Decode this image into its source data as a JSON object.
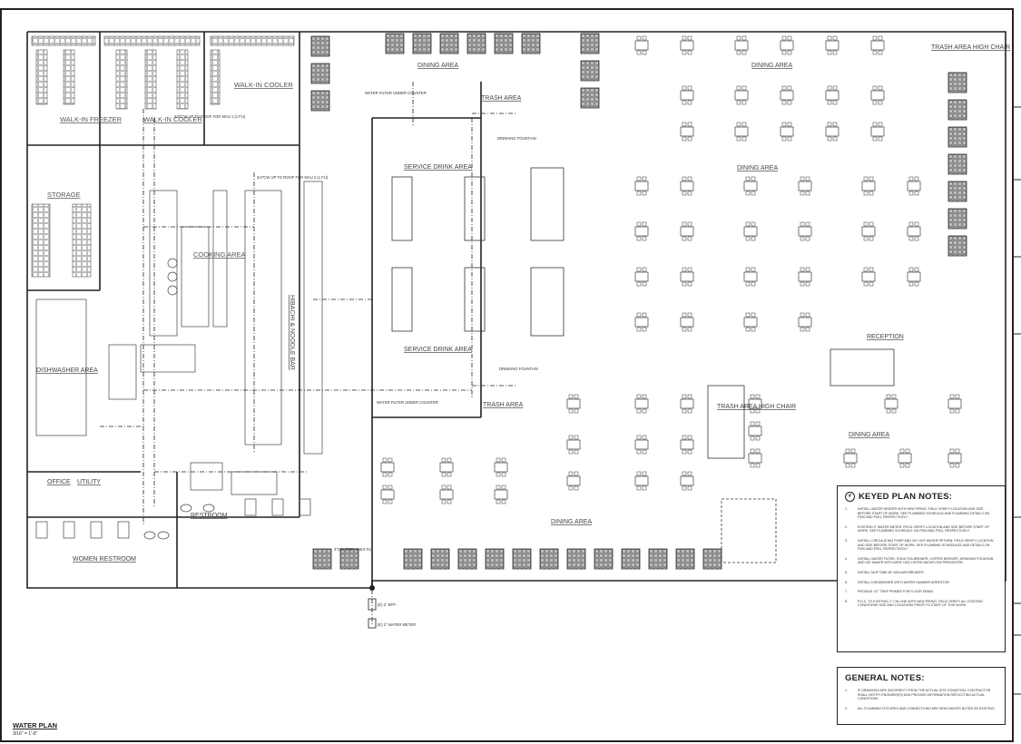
{
  "plan": {
    "title": "WATER PLAN",
    "scale": "3/16\" = 1'-0\""
  },
  "rooms": {
    "walk_in_freezer": "WALK-IN FREEZER",
    "walk_in_cooler_1": "WALK-IN COOLER",
    "walk_in_cooler_2": "WALK-IN COOLER",
    "storage": "STORAGE",
    "cooking_area": "COOKING AREA",
    "hibachi_bar": "HIBACHI & NOODLE BAR",
    "dishwasher_area": "DISHWASHER AREA",
    "office": "OFFICE",
    "utility": "UTILITY",
    "women_restroom": "WOMEN RESTROOM",
    "men_restroom": "RESTROOM",
    "dining_area_1": "DINING AREA",
    "dining_area_2": "DINING AREA",
    "dining_area_3": "DINING AREA",
    "dining_area_4": "DINING AREA",
    "dining_area_5": "DINING AREA",
    "trash_area_1": "TRASH AREA",
    "trash_area_2": "TRASH AREA",
    "trash_area_high_chair_1": "TRASH AREA HIGH CHAIR",
    "trash_area_high_chair_2": "TRASH AREA HIGH CHAIR",
    "service_drink_area_1": "SERVICE DRINK AREA",
    "service_drink_area_2": "SERVICE DRINK AREA",
    "reception": "RECEPTION"
  },
  "callouts": {
    "mau_1": "3/4\"CW UP TO ROOF FOR MAU 1 (1 FU)",
    "mau_2": "3/4\"CW UP TO ROOF FOR MAU 2 (1 FU)",
    "water_filter_1": "WATER FILTER UNDER COUNTER",
    "water_filter_2": "WATER FILTER UNDER COUNTER",
    "drinking_fountain_1": "DRINKING FOUNTAIN",
    "drinking_fountain_2": "DRINKING FOUNTAIN",
    "cw_top": "3\"CW (TOF: 168.5 FU)",
    "bfp": "(E) 2\" BFP",
    "water_meter": "(E) 2\" WATER METER"
  },
  "keyed_notes": {
    "title": "KEYED PLAN NOTES:",
    "items": [
      {
        "n": "1.",
        "text": "INSTALL WATER HEATER WITH NEW PIPING. FIELD VERIFY LOCATION AND SIZE BEFORE START OF WORK. SEE PLUMBING SCHEDULE AND PLUMBING DETAILS ON P300 AND P301, RESPECTIVELY."
      },
      {
        "n": "2.",
        "text": "EXISTING 2\" WATER METER. FIELD VERIFY LOCATION AND SIZE BEFORE START OF WORK. SEE PLUMBING SCHEDULE ON P300 AND P301, RESPECTIVELY."
      },
      {
        "n": "3.",
        "text": "INSTALL CIRCULATING PUMP AND 3/4\" HOT WATER RETURN. FIELD VERIFY LOCATION AND SIZE BEFORE START OF WORK. SEE PLUMBING SCHEDULES AND DETAILS ON P300 AND P301, RESPECTIVELY."
      },
      {
        "n": "4.",
        "text": "INSTALL WATER FILTER, SODA TEA BREWER, COFFEE BREWER, DRINKING FOUNTAIN AND ICE MAKER WITH ASSE 1022 LISTED BACKFLOW PREVENTER."
      },
      {
        "n": "5.",
        "text": "INSTALL MOP SINK W/ VACUUM BREAKER."
      },
      {
        "n": "6.",
        "text": "INSTALL DISHWASHER WITH WATER HAMMER ARRESTOR."
      },
      {
        "n": "7.",
        "text": "PROVIDE 1/2\" TRAP PRIMER FOR FLOOR DRAIN."
      },
      {
        "n": "8.",
        "text": "P.O.C. TO EXISTING 2\" CW LINE WITH NEW PIPING. FIELD VERIFY ALL EXISTING CONDITIONS SIZE AND LOCATIONS PRIOR TO START OF THIS WORK."
      }
    ]
  },
  "general_notes": {
    "title": "GENERAL NOTES:",
    "items": [
      {
        "n": "1.",
        "text": "IF DRAWINGS ARE INCORRECT FROM THE ACTUAL SITE CONDITION, CONTRACTOR SHALL NOTIFY ENGINEER(S) AND PROVIDE INFORMATION REFLECTING ACTUAL CONDITIONS."
      },
      {
        "n": "2.",
        "text": "ALL PLUMBING FIXTURES AND CONNECTIONS ARE NEW UNLESS NOTED AS EXISTING."
      }
    ]
  },
  "colors": {
    "line": "#222222",
    "hatch": "#888888",
    "furniture": "#555555",
    "label": "#444444"
  }
}
